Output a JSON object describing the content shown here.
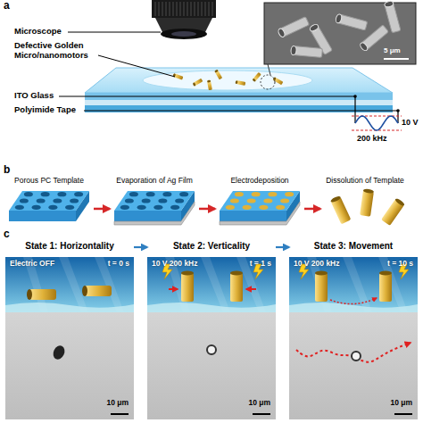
{
  "diagram": {
    "nodes": [
      {
        "text": [
          "Porous PC Template"
        ]
      },
      {
        "text": [
          "Evaporation of Ag Film"
        ]
      },
      {
        "text": [
          "Electrodeposition"
        ]
      },
      {
        "text": [
          "Dissolution of Template"
        ]
      },
      {
        "text": [
          "State 1: Horizontality",
          "Electric OFF",
          "t = 0 s",
          "10 μm"
        ]
      },
      {
        "text": [
          "State 2: Verticality",
          "10 V 200 kHz",
          "t = 1 s",
          "10 μm"
        ]
      },
      {
        "text": [
          "State 3: Movement",
          "10 V 200 kHz",
          "t = 10 s",
          "10 μm"
        ]
      }
    ],
    "edges": [
      {
        "from": 0,
        "to": 1,
        "arrow": "to"
      },
      {
        "from": 1,
        "to": 2,
        "arrow": "to"
      },
      {
        "from": 2,
        "to": 3,
        "arrow": "to"
      },
      {
        "from": 4,
        "to": 5,
        "arrow": "to"
      },
      {
        "from": 5,
        "to": 6,
        "arrow": "to"
      }
    ],
    "labels": [
      "a",
      "Microscope",
      "Defective Golden Micro/nanomotors",
      "ITO Glass",
      "Polyimide Tape",
      "5 μm",
      "10 V",
      "200 kHz",
      "b",
      "c"
    ]
  }
}
